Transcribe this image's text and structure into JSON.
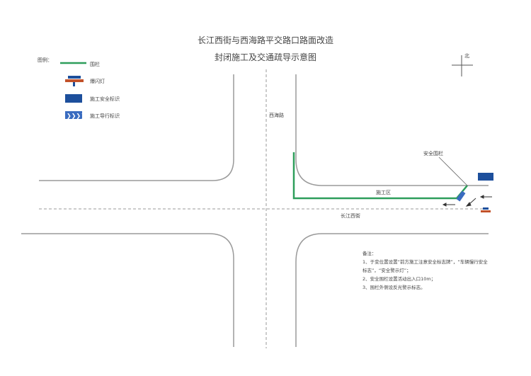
{
  "title": {
    "line1": "长江西街与西海路平交路口路面改造",
    "line2": "封闭施工及交通疏导示意图"
  },
  "legend": {
    "heading": "图例：",
    "items": [
      {
        "icon": "fence-line-icon",
        "label": "围栏"
      },
      {
        "icon": "flash-light-icon",
        "label": "爆闪灯"
      },
      {
        "icon": "safety-sign-icon",
        "label": "施工安全标识"
      },
      {
        "icon": "guide-sign-icon",
        "label": "施工导行标识"
      }
    ]
  },
  "compass": {
    "north": "北"
  },
  "map": {
    "road_ns": "西海路",
    "road_ew": "长江西街",
    "work_zone": "施工区",
    "fence_label": "安全围栏"
  },
  "notes": {
    "heading": "备注：",
    "lines": [
      "1、于变位置设置“前方施工注意安全标志牌”，“车辆慢行安全",
      "标志”，“安全警示灯”；",
      "2、安全围栏设置活动出入口10m；",
      "3、围栏外侧设反光警示标志。"
    ]
  },
  "colors": {
    "fence": "#2e9e5b",
    "road": "#9a9a9a",
    "sign": "#1d4f9c",
    "light": "#c2522a"
  }
}
